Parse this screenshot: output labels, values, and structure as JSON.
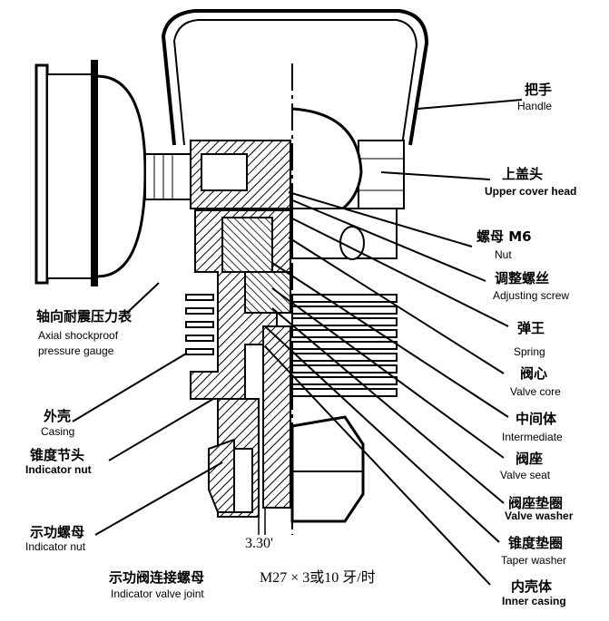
{
  "labels": {
    "handle": {
      "zh": "把手",
      "en": "Handle"
    },
    "upper_cover_head": {
      "zh": "上盖头",
      "en": "Upper cover head"
    },
    "nut": {
      "zh": "螺母 M6",
      "en": "Nut"
    },
    "adjusting_screw": {
      "zh": "调整螺丝",
      "en": "Adjusting screw"
    },
    "spring": {
      "zh": "弹王",
      "en": "Spring"
    },
    "valve_core": {
      "zh": "阀心",
      "en": "Valve core"
    },
    "intermediate": {
      "zh": "中间体",
      "en": "Intermediate"
    },
    "valve_seat": {
      "zh": "阀座",
      "en": "Valve seat"
    },
    "valve_washer": {
      "zh": "阀座垫圈",
      "en": "Valve washer"
    },
    "taper_washer": {
      "zh": "锥度垫圈",
      "en": "Taper washer"
    },
    "inner_casing": {
      "zh": "内壳体",
      "en": "Inner casing"
    },
    "gauge": {
      "zh": "轴向耐震压力表",
      "en_line1": "Axial shockproof",
      "en_line2": "pressure gauge"
    },
    "casing": {
      "zh": "外壳",
      "en": "Casing"
    },
    "indicator_nut_1": {
      "zh": "锥度节头",
      "en": "Indicator nut"
    },
    "indicator_nut_2": {
      "zh": "示功螺母",
      "en": "Indicator nut"
    },
    "dimension": "3.30'",
    "joint": {
      "zh": "示功阀连接螺母",
      "spec": "M27 × 3或10 牙/时",
      "en": "Indicator valve joint"
    }
  }
}
